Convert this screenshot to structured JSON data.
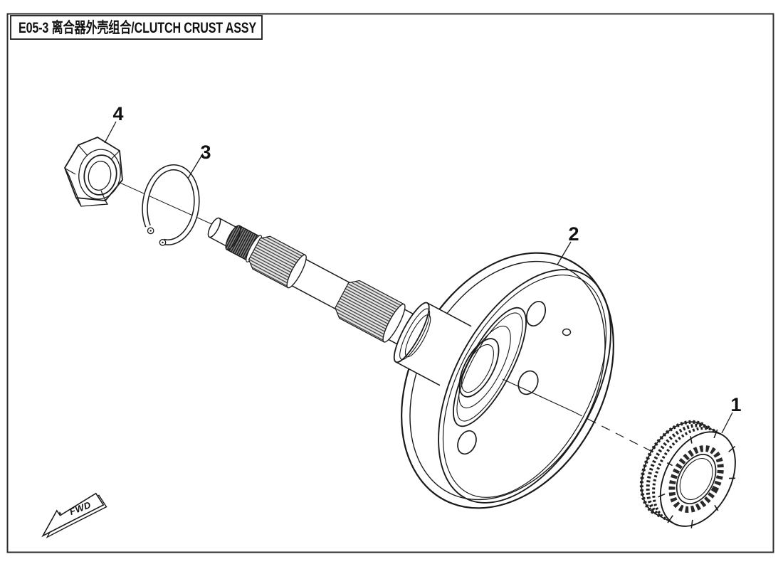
{
  "title": "E05-3 离合器外壳组合/CLUTCH CRUST ASSY",
  "direction_marker": "FWD",
  "callouts": [
    {
      "num": "1"
    },
    {
      "num": "2"
    },
    {
      "num": "3"
    },
    {
      "num": "4"
    }
  ]
}
